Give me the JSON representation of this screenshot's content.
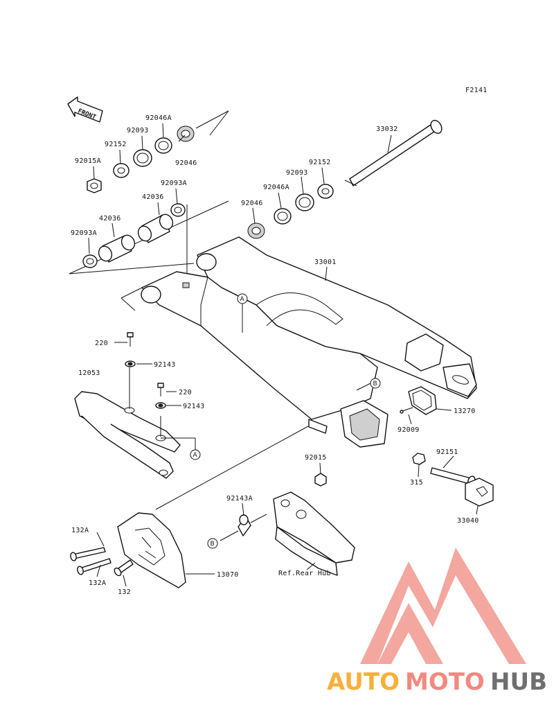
{
  "figure_code": "F2141",
  "front_label": "FRONT",
  "callouts": {
    "a": "A",
    "b": "B"
  },
  "watermark": {
    "auto": "AUTO",
    "moto": "MOTO",
    "hub": "HUB"
  },
  "colors": {
    "line": "#111111",
    "watermark_red": "#f08a80",
    "watermark_orange": "#f7b03c",
    "watermark_gray": "#6f6f6f"
  },
  "labels": {
    "p92046A_l": "92046A",
    "p92093_l": "92093",
    "p92152_l": "92152",
    "p92015A": "92015A",
    "p92046_l": "92046",
    "p92093A_u": "92093A",
    "p42036_u": "42036",
    "p42036_l": "42036",
    "p92093A_l": "92093A",
    "p33032": "33032",
    "p92152_r": "92152",
    "p92093_r": "92093",
    "p92046A_r": "92046A",
    "p92046_r": "92046",
    "p33001": "33001",
    "p220_a": "220",
    "p92143_a": "92143",
    "p12053": "12053",
    "p220_b": "220",
    "p92143_b": "92143",
    "p13270": "13270",
    "p92009": "92009",
    "p92015": "92015",
    "p92151": "92151",
    "p315": "315",
    "p33040": "33040",
    "p92143A": "92143A",
    "p132A_u": "132A",
    "p132A_l": "132A",
    "p132": "132",
    "p13070": "13070",
    "ref_rear_hub": "Ref.Rear Hub"
  }
}
